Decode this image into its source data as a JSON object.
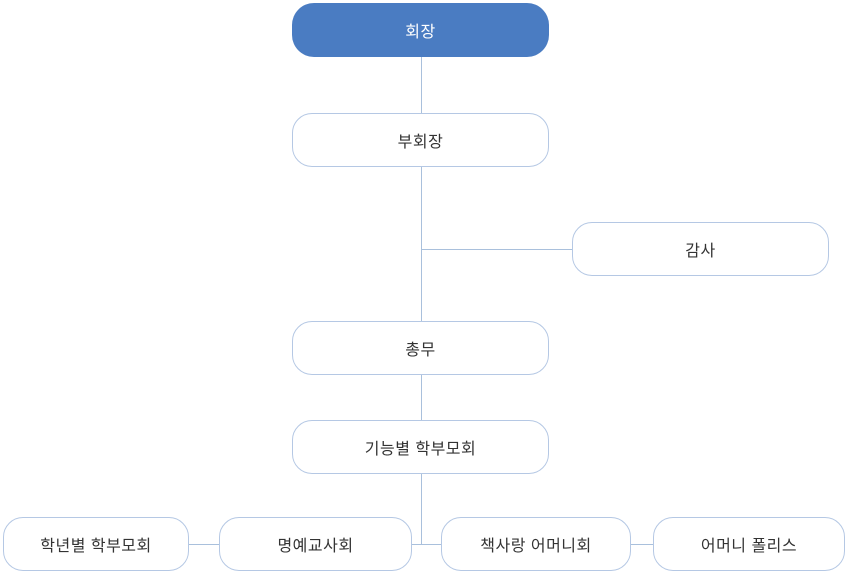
{
  "colors": {
    "background": "#ffffff",
    "primary_node_fill": "#4a7cc2",
    "primary_node_text": "#ffffff",
    "node_border": "#b5c8e4",
    "node_text": "#333333",
    "connector": "#a9c0dc"
  },
  "org_chart": {
    "nodes": [
      {
        "id": "chairman",
        "label": "회장",
        "variant": "primary",
        "level": 1
      },
      {
        "id": "vice-chairman",
        "label": "부회장",
        "variant": "default",
        "level": 2
      },
      {
        "id": "auditor",
        "label": "감사",
        "variant": "default",
        "level": 3
      },
      {
        "id": "general-affairs",
        "label": "총무",
        "variant": "default",
        "level": 4
      },
      {
        "id": "functional-parent-association",
        "label": "기능별 학부모회",
        "variant": "default",
        "level": 5
      },
      {
        "id": "grade-parent-association",
        "label": "학년별 학부모회",
        "variant": "default",
        "level": 6
      },
      {
        "id": "honorary-teacher-association",
        "label": "명예교사회",
        "variant": "default",
        "level": 6
      },
      {
        "id": "book-love-mothers-association",
        "label": "책사랑 어머니회",
        "variant": "default",
        "level": 6
      },
      {
        "id": "mother-police",
        "label": "어머니 폴리스",
        "variant": "default",
        "level": 6
      }
    ]
  }
}
